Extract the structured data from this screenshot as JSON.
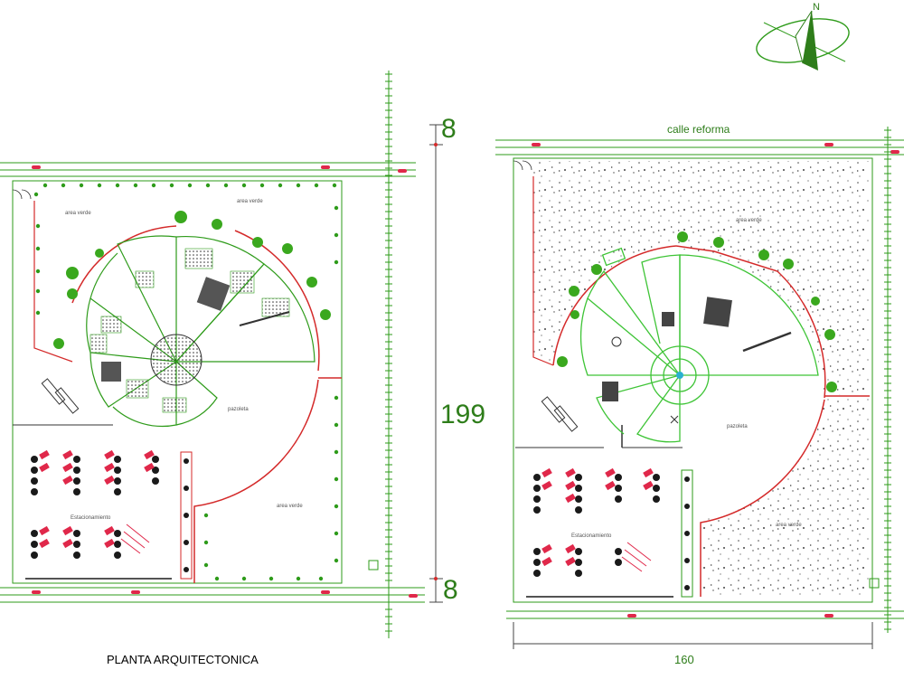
{
  "plan_title": "PLANTA ARQUITECTONICA",
  "street_name": "calle reforma",
  "north_label": "N",
  "dimensions": {
    "top_offset": "8",
    "depth": "199",
    "bottom_offset": "8",
    "width": "160"
  },
  "left_plan": {
    "zone_green_1": "area verde",
    "zone_green_2": "area verde",
    "zone_green_3": "area verde",
    "zone_plaza": "pazoleta",
    "zone_parking": "Estacionamiento"
  },
  "right_plan": {
    "zone_green_1": "area verde",
    "zone_green_2": "area verde",
    "zone_plaza": "pazoleta",
    "zone_parking": "Estacionamiento"
  },
  "colors": {
    "line_green": "#2e9b1a",
    "dark_green": "#1f6b10",
    "wall_red": "#d42a2a",
    "car_pink": "#e0284a",
    "hatch_gray": "#555555"
  }
}
